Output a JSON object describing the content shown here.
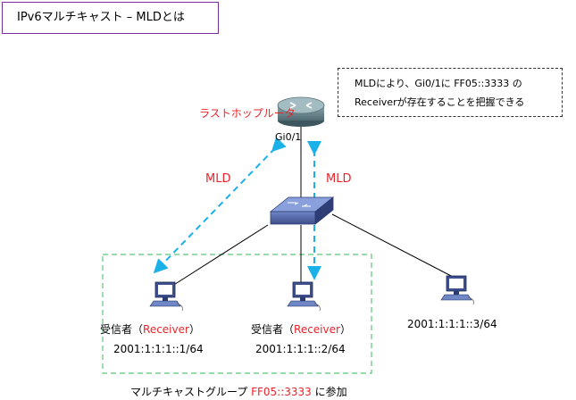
{
  "title": "IPv6マルチキャスト – MLDとは",
  "note": {
    "line1": "MLDにより、Gi0/1に FF05::3333 の",
    "line2": "Receiverが存在することを把握できる"
  },
  "router": {
    "label": "ラストホップルータ",
    "interface": "Gi0/1"
  },
  "arrows": {
    "left_label": "MLD",
    "right_label": "MLD"
  },
  "hosts": [
    {
      "role_prefix": "受信者（",
      "role_name": "Receiver",
      "role_suffix": "）",
      "address": "2001:1:1:1::1/64"
    },
    {
      "role_prefix": "受信者（",
      "role_name": "Receiver",
      "role_suffix": "）",
      "address": "2001:1:1:1::2/64"
    },
    {
      "address": "2001:1:1:1::3/64"
    }
  ],
  "group": {
    "prefix": "マルチキャストグループ ",
    "address": "FF05::3333",
    "suffix": " に参加"
  },
  "colors": {
    "title_border": "#7b2f9e",
    "accent_red": "#e8242a",
    "arrow_blue": "#1ab0e8",
    "group_border": "#5cc87a",
    "device_blue": "#3d4f8c"
  }
}
